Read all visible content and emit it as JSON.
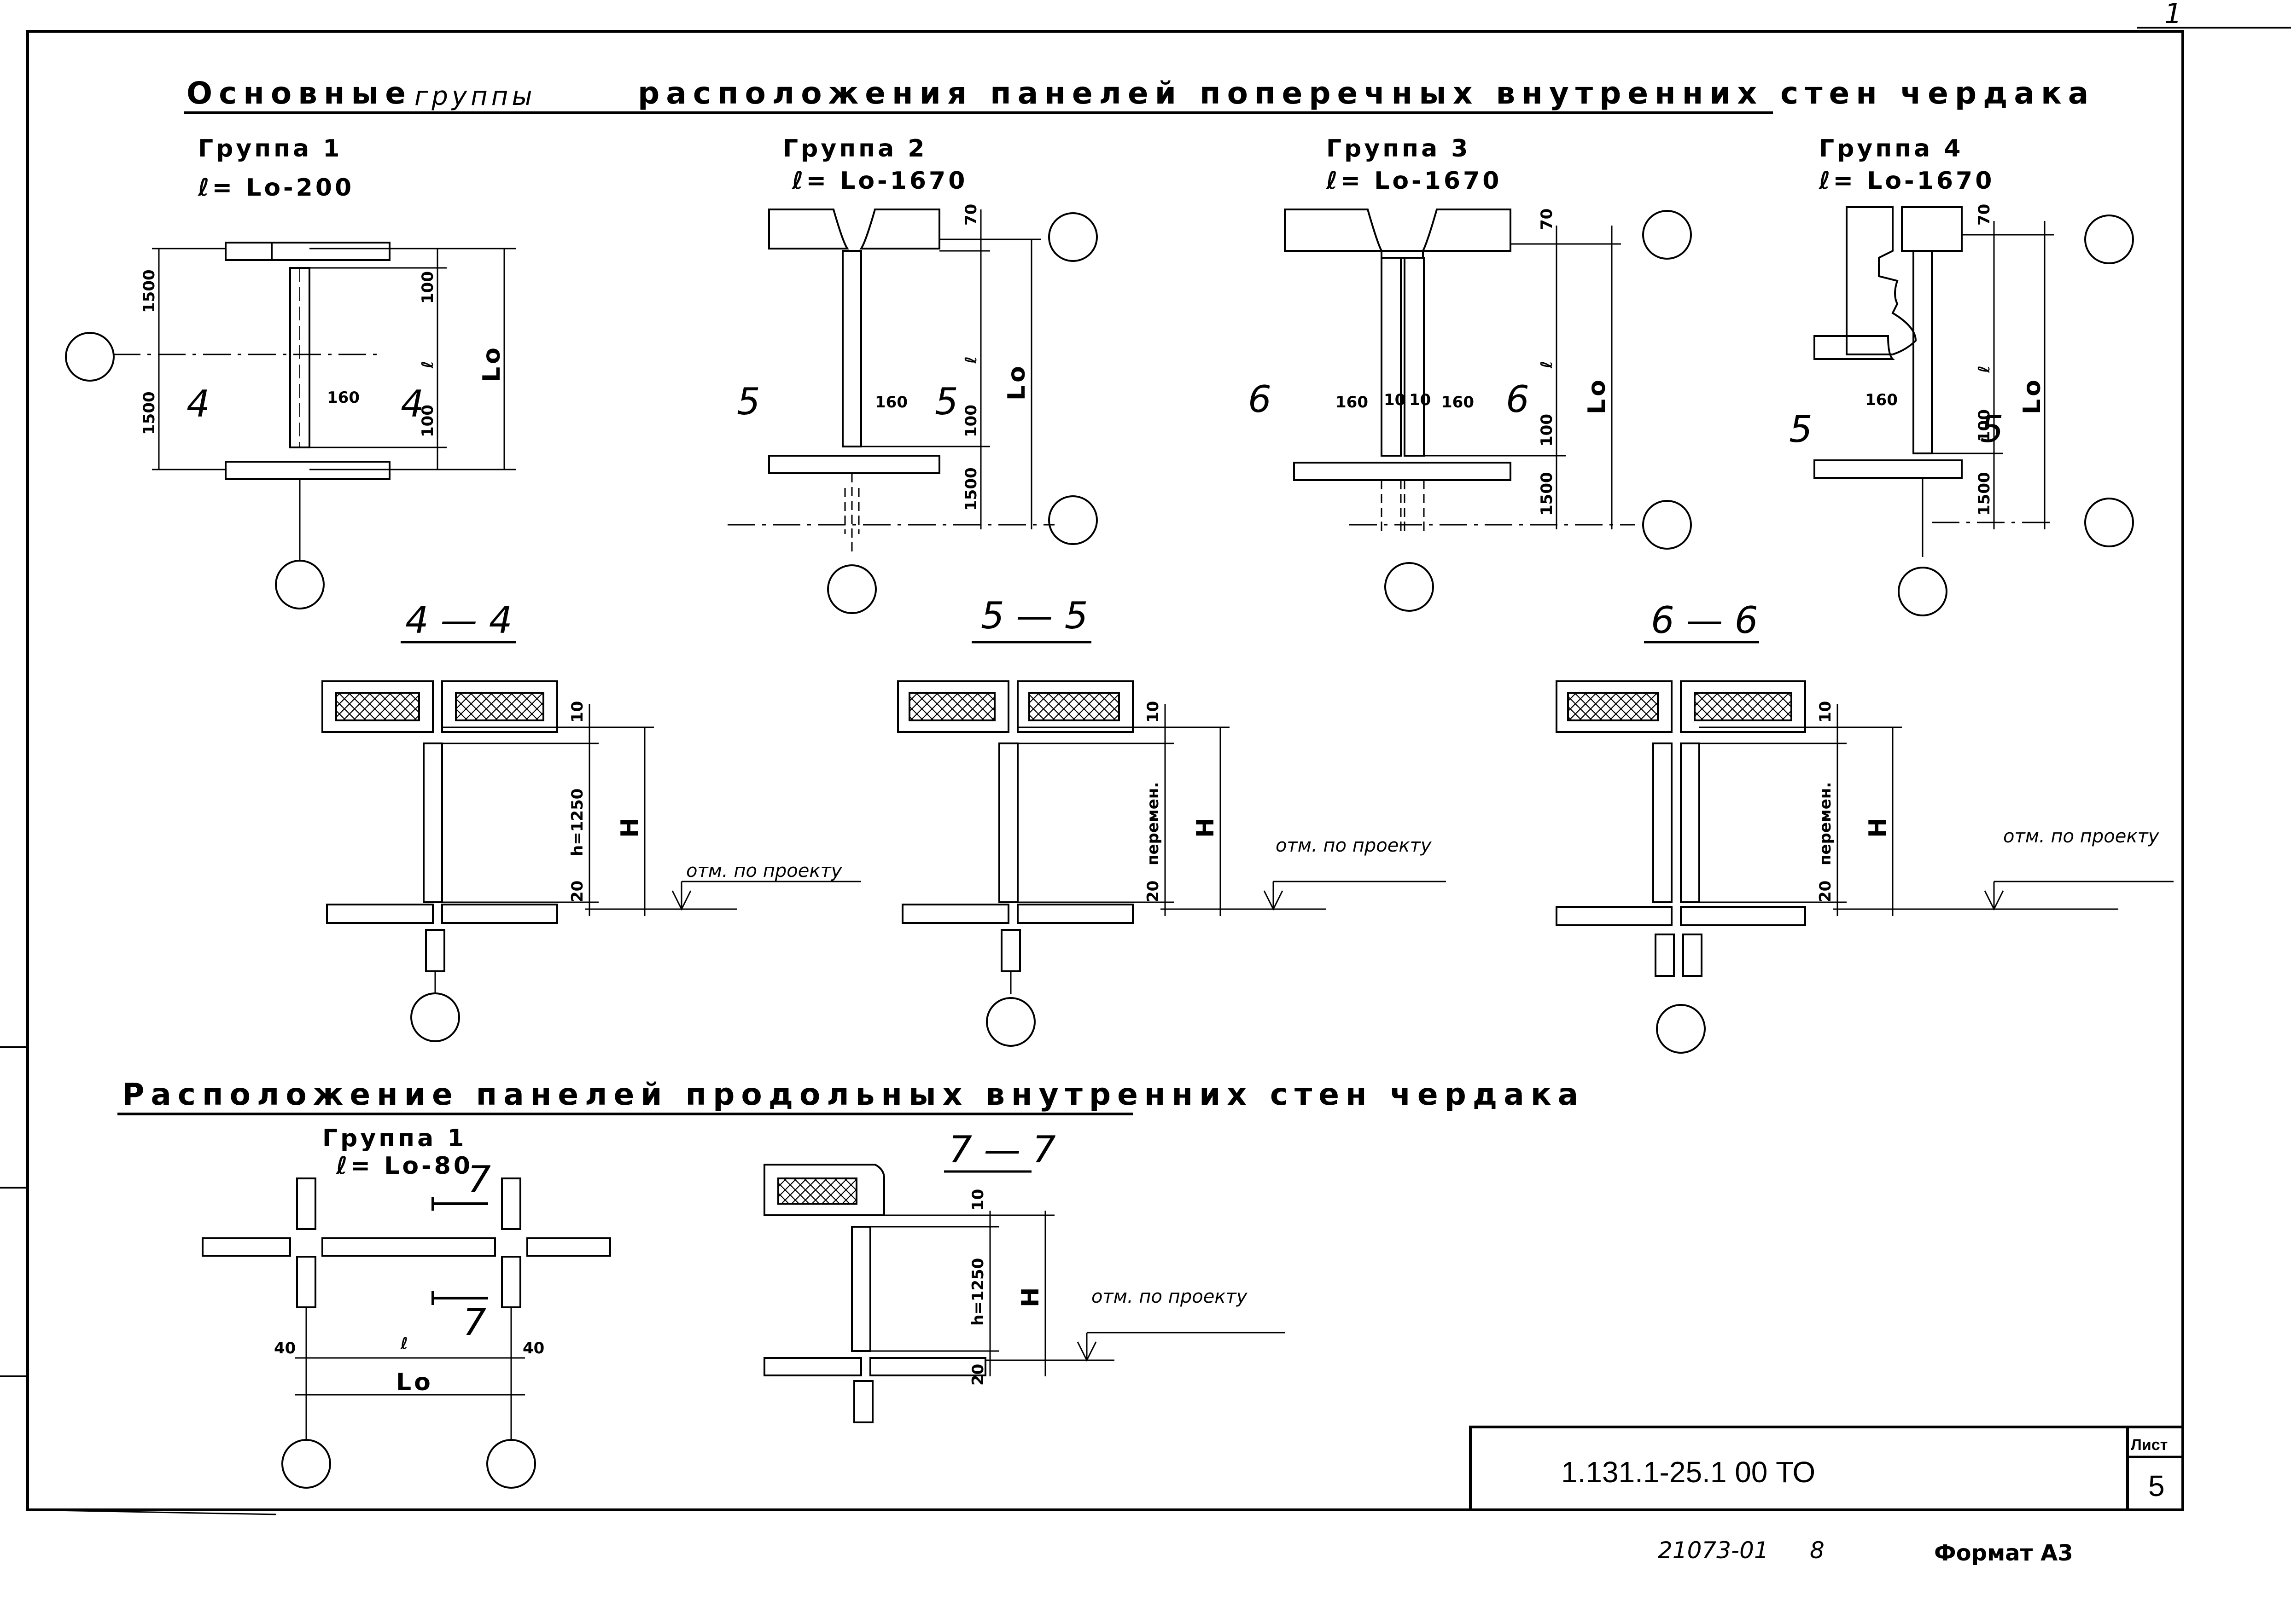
{
  "sheet_mark": "1",
  "main_title_1": "Основные",
  "main_title_2": "группы",
  "main_title_3": "расположения панелей поперечных внутренних стен чердака",
  "groups": [
    {
      "label": "Группа 1",
      "formula": "ℓ= Lo-200"
    },
    {
      "label": "Группа 2",
      "formula": "ℓ= Lo-1670"
    },
    {
      "label": "Группа 3",
      "formula": "ℓ= Lo-1670"
    },
    {
      "label": "Группа 4",
      "formula": "ℓ= Lo-1670"
    }
  ],
  "dims": {
    "d1500": "1500",
    "d100": "100",
    "d160": "160",
    "d70": "70",
    "d10": "10",
    "d20": "20",
    "d40": "40",
    "l": "ℓ",
    "lo": "Lo",
    "H": "H",
    "h1250": "h=1250",
    "variable": "перемен."
  },
  "cut_marks": {
    "c4": "4",
    "c5": "5",
    "c6": "6",
    "c7": "7"
  },
  "sections": {
    "s44": "4 — 4",
    "s55": "5 — 5",
    "s66": "6 — 6",
    "s77": "7 — 7"
  },
  "level_note": "отм. по проекту",
  "title2": "Расположение панелей продольных внутренних стен чердака",
  "group_long": {
    "label": "Группа 1",
    "formula": "ℓ= Lo-80"
  },
  "stamp": {
    "code": "1.131.1-25.1 00 ТО",
    "sheet_label": "Лист",
    "sheet_number": "5"
  },
  "footer": {
    "inv": "21073-01",
    "num": "8",
    "format": "Формат А3"
  }
}
